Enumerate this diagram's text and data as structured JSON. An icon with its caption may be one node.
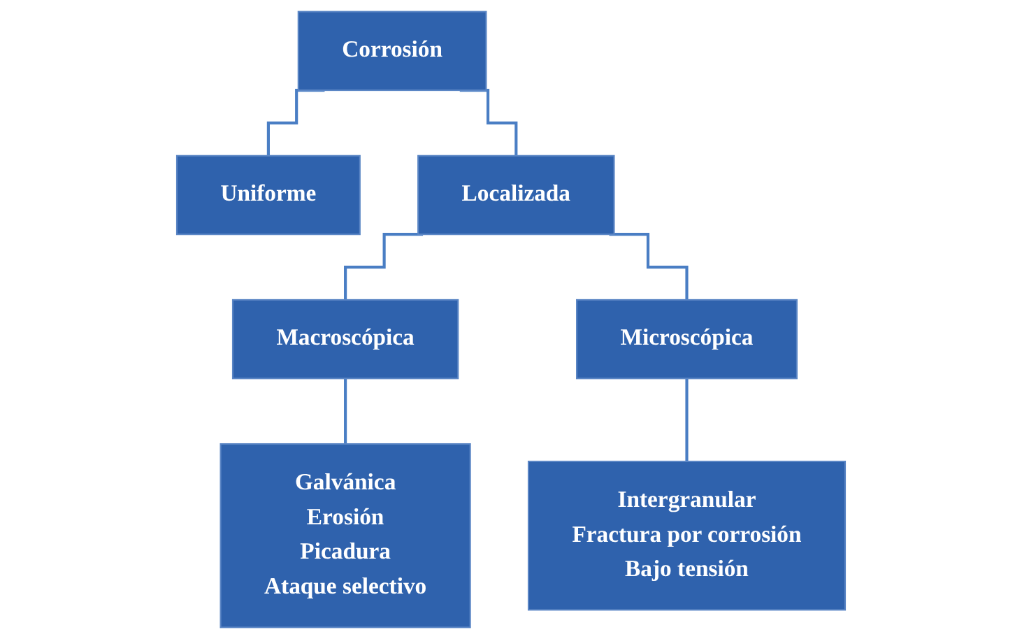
{
  "diagram": {
    "nodes": [
      {
        "text": [
          "Corrosión"
        ]
      },
      {
        "text": [
          "Uniforme"
        ]
      },
      {
        "text": [
          "Localizada"
        ]
      },
      {
        "text": [
          "Macroscópica"
        ]
      },
      {
        "text": [
          "Microscópica"
        ]
      },
      {
        "text": [
          "Galvánica",
          "Erosión",
          "Picadura",
          "Ataque selectivo"
        ]
      },
      {
        "text": [
          "Intergranular",
          "Fractura por corrosión",
          "Bajo tensión"
        ]
      }
    ],
    "edges": [
      {
        "from": 0,
        "to": 1,
        "arrow": "none"
      },
      {
        "from": 0,
        "to": 2,
        "arrow": "none"
      },
      {
        "from": 2,
        "to": 3,
        "arrow": "none"
      },
      {
        "from": 2,
        "to": 4,
        "arrow": "none"
      },
      {
        "from": 3,
        "to": 5,
        "arrow": "none"
      },
      {
        "from": 4,
        "to": 6,
        "arrow": "none"
      }
    ]
  }
}
